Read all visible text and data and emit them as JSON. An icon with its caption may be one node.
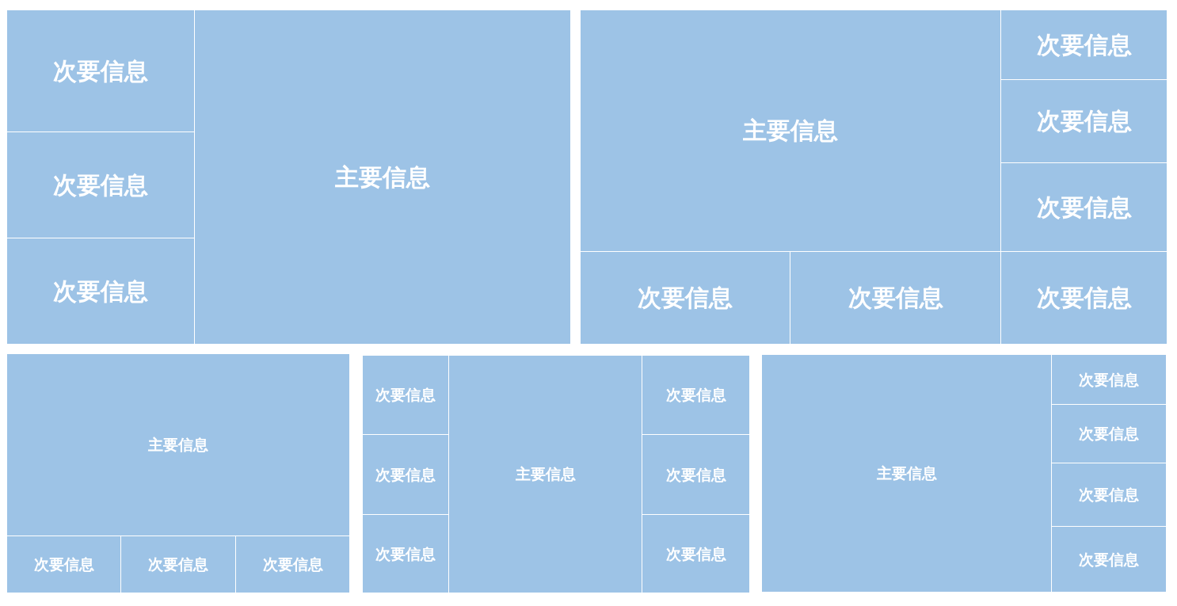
{
  "diagram": {
    "nodes": [
      {
        "text": [
          "次要信息"
        ]
      },
      {
        "text": [
          "次要信息"
        ]
      },
      {
        "text": [
          "次要信息"
        ]
      },
      {
        "text": [
          "主要信息"
        ]
      },
      {
        "text": [
          "主要信息"
        ]
      },
      {
        "text": [
          "次要信息"
        ]
      },
      {
        "text": [
          "次要信息"
        ]
      },
      {
        "text": [
          "次要信息"
        ]
      },
      {
        "text": [
          "次要信息"
        ]
      },
      {
        "text": [
          "次要信息"
        ]
      },
      {
        "text": [
          "次要信息"
        ]
      },
      {
        "text": [
          "主要信息"
        ]
      },
      {
        "text": [
          "次要信息"
        ]
      },
      {
        "text": [
          "次要信息"
        ]
      },
      {
        "text": [
          "次要信息"
        ]
      },
      {
        "text": [
          "次要信息"
        ]
      },
      {
        "text": [
          "次要信息"
        ]
      },
      {
        "text": [
          "次要信息"
        ]
      },
      {
        "text": [
          "主要信息"
        ]
      },
      {
        "text": [
          "次要信息"
        ]
      },
      {
        "text": [
          "次要信息"
        ]
      },
      {
        "text": [
          "次要信息"
        ]
      },
      {
        "text": [
          "主要信息"
        ]
      },
      {
        "text": [
          "次要信息"
        ]
      },
      {
        "text": [
          "次要信息"
        ]
      },
      {
        "text": [
          "次要信息"
        ]
      },
      {
        "text": [
          "次要信息"
        ]
      }
    ]
  }
}
